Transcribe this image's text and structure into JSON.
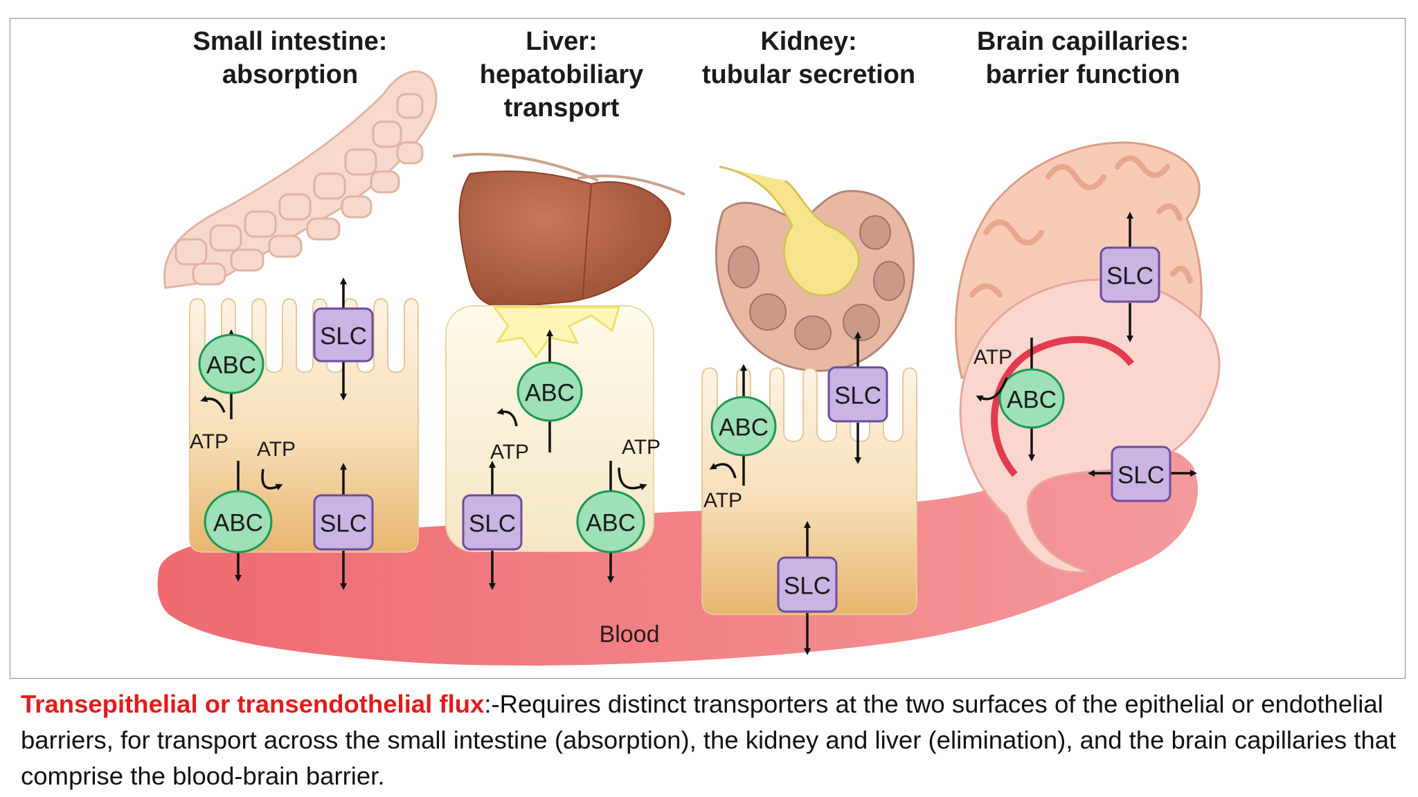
{
  "diagram": {
    "titles": {
      "intestine": [
        "Small intestine:",
        "absorption"
      ],
      "liver": [
        "Liver:",
        "hepatobiliary",
        "transport"
      ],
      "kidney": [
        "Kidney:",
        "tubular secretion"
      ],
      "brain": [
        "Brain capillaries:",
        "barrier function"
      ]
    },
    "labels": {
      "abc": "ABC",
      "slc": "SLC",
      "atp": "ATP",
      "blood": "Blood"
    },
    "colors": {
      "blood": "#f0757a",
      "abc_fill": "#9ee0b8",
      "slc_fill": "#c9b4e4",
      "caption_lead": "#e41b1b"
    }
  },
  "caption": {
    "lead": "Transepithelial or transendothelial flux",
    "separator": ":-",
    "body": "Requires distinct transporters at the two surfaces of the epithelial or endothelial barriers, for transport across the small intestine (absorption), the kidney and liver (elimination), and the brain capillaries that comprise the blood-brain barrier."
  }
}
